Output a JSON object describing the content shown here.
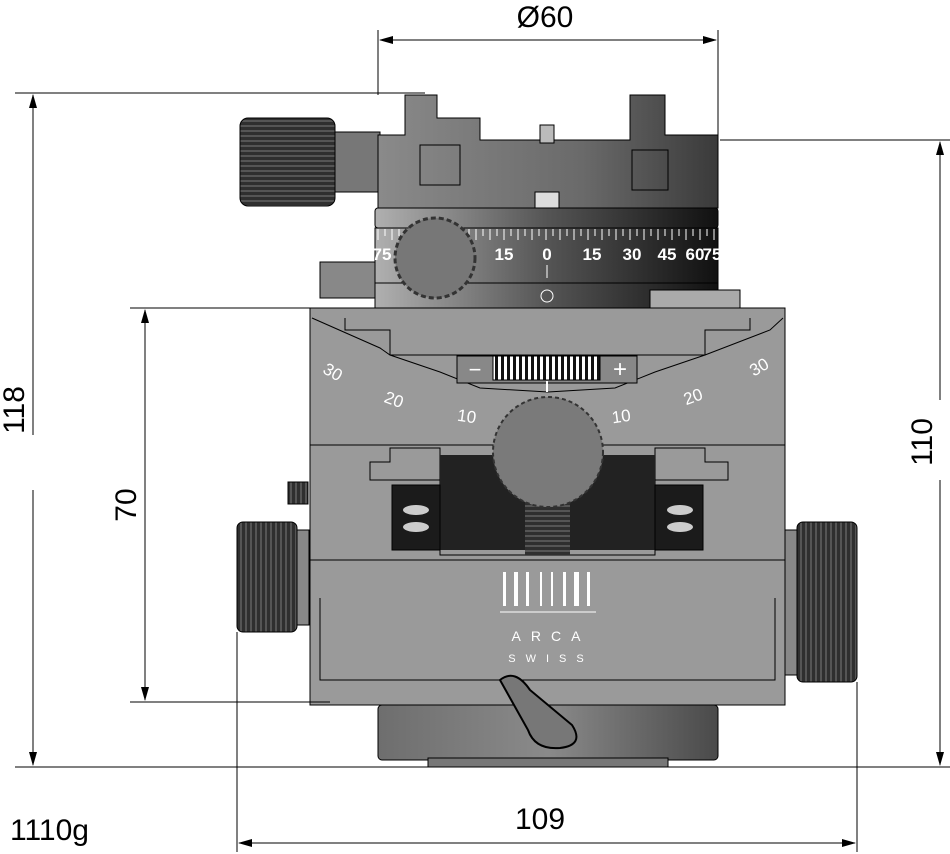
{
  "dimensions": {
    "diameter": "Ø60",
    "total_height": "118",
    "tilt_height": "70",
    "body_height": "110",
    "width": "109",
    "weight": "1110g"
  },
  "rotation_scale": [
    "75",
    "15",
    "0",
    "15",
    "30",
    "45",
    "60",
    "75"
  ],
  "tilt_scale": {
    "left": [
      "30",
      "20",
      "10"
    ],
    "right": [
      "10",
      "20",
      "30"
    ],
    "minus": "−",
    "plus": "+"
  },
  "logo": {
    "line1": "ARCA",
    "line2": "SWISS"
  },
  "colors": {
    "body": "#9a9a9a",
    "dark": "#2a2a2a",
    "line": "#000000"
  }
}
